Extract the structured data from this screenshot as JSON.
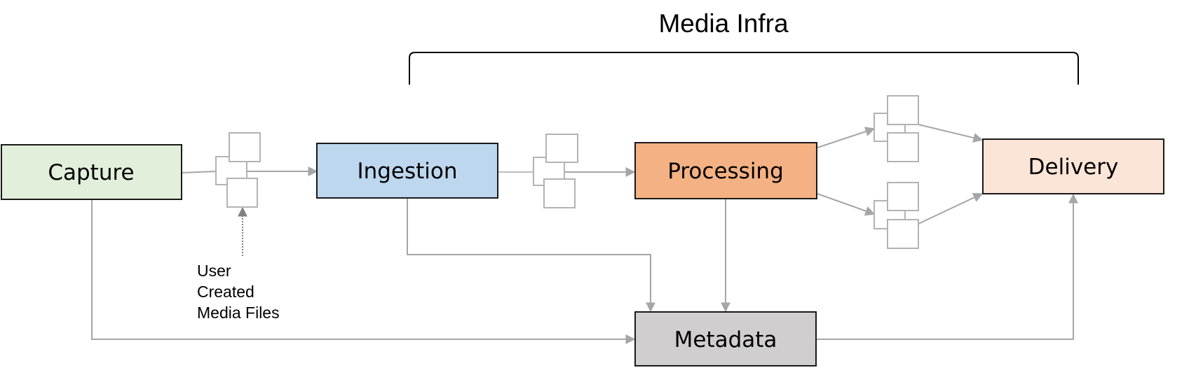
{
  "diagram": {
    "title": "Media Infra",
    "stages": {
      "capture": {
        "label": "Capture",
        "color": "#e2efda"
      },
      "ingestion": {
        "label": "Ingestion",
        "color": "#bdd7ee"
      },
      "processing": {
        "label": "Processing",
        "color": "#f4b183"
      },
      "delivery": {
        "label": "Delivery",
        "color": "#fbe5d6"
      },
      "metadata": {
        "label": "Metadata",
        "color": "#d0cece"
      }
    },
    "note": {
      "lines": [
        "User",
        "Created",
        "Media Files"
      ]
    },
    "colors": {
      "connector": "#a6a6a6",
      "file_icon": "#b3b3b3",
      "box_border": "#1a1a1a"
    },
    "edges": [
      {
        "from": "capture",
        "to": "ingestion",
        "via": "media-files"
      },
      {
        "from": "user-created-media-files",
        "to": "media-files",
        "style": "dotted"
      },
      {
        "from": "ingestion",
        "to": "processing",
        "via": "media-files"
      },
      {
        "from": "processing",
        "to": "delivery",
        "via": "media-files-upper"
      },
      {
        "from": "processing",
        "to": "delivery",
        "via": "media-files-lower"
      },
      {
        "from": "capture",
        "to": "metadata"
      },
      {
        "from": "ingestion",
        "to": "metadata"
      },
      {
        "from": "processing",
        "to": "metadata"
      },
      {
        "from": "metadata",
        "to": "delivery"
      }
    ]
  }
}
